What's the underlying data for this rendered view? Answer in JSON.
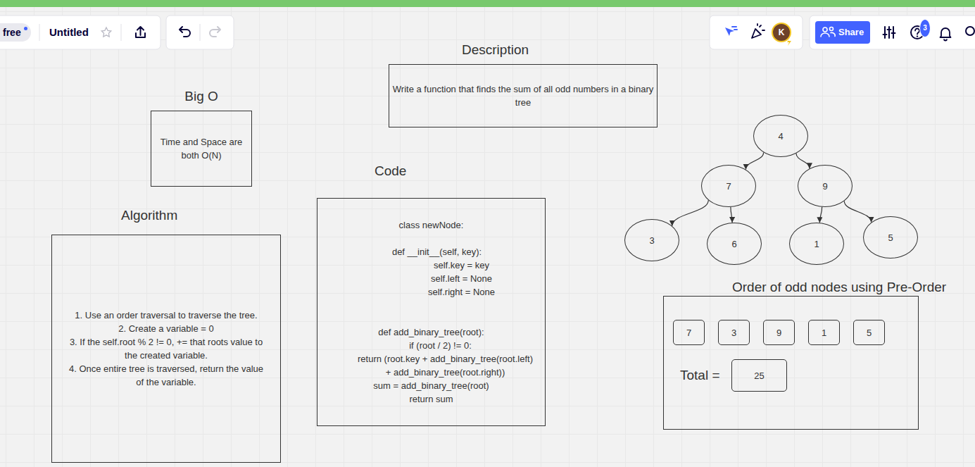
{
  "diagram": {
    "nodes": [
      {
        "text": [
          "free",
          "Untitled"
        ]
      },
      {
        "text": [
          "K"
        ]
      },
      {
        "text": [
          "Share"
        ]
      },
      {
        "text": [
          "3"
        ]
      },
      {
        "text": [
          "Description",
          "Write a function that finds the sum of all odd numbers in a binary tree"
        ]
      },
      {
        "text": [
          "Big O",
          "Time and Space are both O(N)"
        ]
      },
      {
        "text": [
          "Code",
          "class newNode:",
          "def __init__(self, key):",
          "self.key = key",
          "self.left = None",
          "self.right = None",
          "def add_binary_tree(root):",
          "if (root / 2) != 0:",
          "return (root.key + add_binary_tree(root.left) + add_binary_tree(root.right))",
          "sum = add_binary_tree(root)",
          "return sum"
        ]
      },
      {
        "text": [
          "Algorithm",
          "1. Use an order traversal to traverse the tree.",
          "2. Create a variable = 0",
          "3. If the self.root % 2 != 0, += that roots value to the created variable.",
          "4. Once entire tree is traversed, return the value of the variable."
        ]
      },
      {
        "text": [
          "4"
        ]
      },
      {
        "text": [
          "7"
        ]
      },
      {
        "text": [
          "9"
        ]
      },
      {
        "text": [
          "3"
        ]
      },
      {
        "text": [
          "6"
        ]
      },
      {
        "text": [
          "1"
        ]
      },
      {
        "text": [
          "5"
        ]
      },
      {
        "text": [
          "Order of odd nodes using Pre-Order",
          "Total ="
        ]
      },
      {
        "text": [
          "7"
        ],
        "in": 15
      },
      {
        "text": [
          "3"
        ],
        "in": 15
      },
      {
        "text": [
          "9"
        ],
        "in": 15
      },
      {
        "text": [
          "1"
        ],
        "in": 15
      },
      {
        "text": [
          "5"
        ],
        "in": 15
      },
      {
        "text": [
          "25"
        ],
        "in": 15
      }
    ],
    "edges": [
      {
        "from": 8,
        "to": 9,
        "arrow": "to"
      },
      {
        "from": 8,
        "to": 10,
        "arrow": "to"
      },
      {
        "from": 9,
        "to": 11,
        "arrow": "to"
      },
      {
        "from": 9,
        "to": 12,
        "arrow": "to"
      },
      {
        "from": 10,
        "to": 13,
        "arrow": "to"
      },
      {
        "from": 10,
        "to": 14,
        "arrow": "to"
      }
    ]
  }
}
